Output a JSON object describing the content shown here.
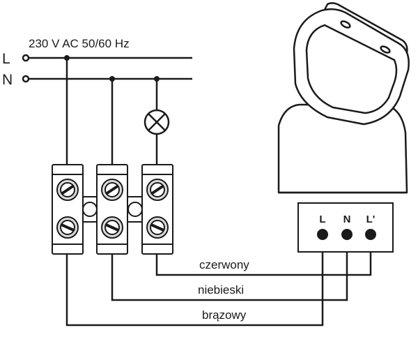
{
  "diagram": {
    "supply_label": "230 V AC 50/60 Hz",
    "line_labels": {
      "l": "L",
      "n": "N"
    },
    "sensor_terminals": [
      "L",
      "N",
      "L'"
    ],
    "wire_labels": {
      "red": "czerwony",
      "blue": "niebieski",
      "brown": "brązowy"
    },
    "colors": {
      "ink": "#1a1a1a",
      "panel": "#ffffff",
      "screw_face": "#dcdcdc"
    }
  }
}
